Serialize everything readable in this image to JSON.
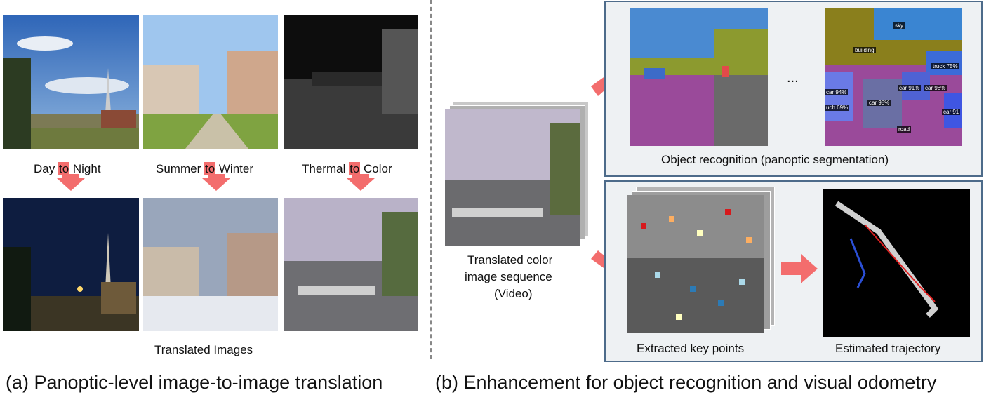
{
  "left": {
    "labels": [
      {
        "pre": "Day ",
        "mid": "to",
        "post": " Night"
      },
      {
        "pre": "Summer ",
        "mid": "to",
        "post": " Winter"
      },
      {
        "pre": "Thermal ",
        "mid": "to",
        "post": " Color"
      }
    ],
    "translated_label": "Translated Images",
    "caption": "(a) Panoptic-level image-to-image translation"
  },
  "right": {
    "sequence_label_lines": [
      "Translated color",
      "image sequence",
      "(Video)"
    ],
    "ellipsis": "...",
    "recognition_label": "Object recognition (panoptic segmentation)",
    "keypoints_label": "Extracted key points",
    "trajectory_label": "Estimated trajectory",
    "caption": "(b) Enhancement for object recognition and visual odometry",
    "seg_labels": [
      "sky",
      "building",
      "truck 75%",
      "car 94%",
      "car 91%",
      "car 98%",
      "car 98%",
      "uch 69%",
      "car 91",
      "road"
    ]
  },
  "colors": {
    "arrow": "#f36d6d",
    "panel_border": "#4d6b8a",
    "panel_bg": "#eef1f3"
  }
}
